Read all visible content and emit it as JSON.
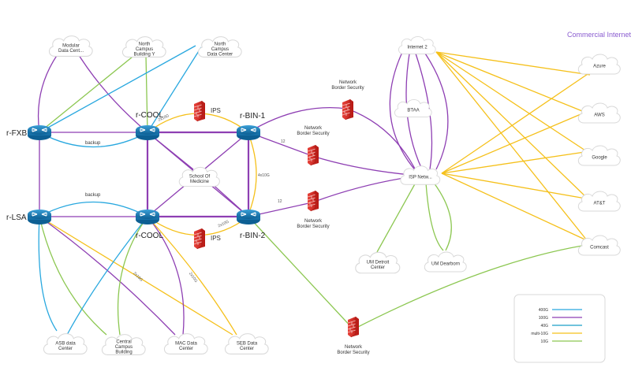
{
  "commercial_title": "Commercial Internet",
  "routers": {
    "fxb": "r-FXB",
    "cool_top": "r-COOL",
    "bin1": "r-BIN-1",
    "lsa": "r-LSA",
    "cool_bottom": "r-COOL",
    "bin2": "r-BIN-2"
  },
  "clouds": {
    "modular": [
      "Modular",
      "Data Cent..."
    ],
    "north_y": [
      "North",
      "Campus",
      "Building Y"
    ],
    "north_dc": [
      "North",
      "Campus",
      "Data Center"
    ],
    "medicine": [
      "School Of",
      "Medicine"
    ],
    "internet2": [
      "Internet 2"
    ],
    "btaa": [
      "BTAA"
    ],
    "isp": [
      "ISP Netw..."
    ],
    "um_detroit": [
      "UM Detroit",
      "Center"
    ],
    "um_dearborn": [
      "UM Dearborn"
    ],
    "asb": [
      "ASB data",
      "Center"
    ],
    "central": [
      "Central",
      "Campus",
      "Building"
    ],
    "mac": [
      "MAC Data",
      "Center"
    ],
    "seb": [
      "SEB Data",
      "Center"
    ],
    "azure": [
      "Azure"
    ],
    "aws": [
      "AWS"
    ],
    "google": [
      "Google"
    ],
    "att": [
      "AT&T"
    ],
    "comcast": [
      "Comcast"
    ]
  },
  "firewalls": {
    "ips_top": "IPS",
    "ips_bottom": "IPS",
    "nbs_1": [
      "Network",
      "Border Security"
    ],
    "nbs_2": [
      "Network",
      "Border Security"
    ],
    "nbs_3": [
      "Network",
      "Border Security"
    ],
    "nbs_4": [
      "Network",
      "Border Security"
    ]
  },
  "link_labels": {
    "backup_top": "backup",
    "backup_bottom": "backup",
    "cool_ips_top": "2x10G",
    "bin_4x10g": "4x10G",
    "cool_bin2": "2x10G",
    "bin1_nbs": "12",
    "bin2_nbs": "12",
    "cool_2x10g_a": "2x10G",
    "cool_2x10g_b": "2x10G"
  },
  "legend": {
    "items": [
      {
        "label": "400G",
        "color": "#29a8df"
      },
      {
        "label": "100G",
        "color": "#8e3fb3"
      },
      {
        "label": "40G",
        "color": "#1b9fc6"
      },
      {
        "label": "multi-10G",
        "color": "#f5c01a"
      },
      {
        "label": "10G",
        "color": "#8cc751"
      }
    ]
  },
  "colors": {
    "blue": "#29a8df",
    "purple": "#8e3fb3",
    "yellow": "#f5c01a",
    "green": "#8cc751",
    "router": "#1a7fb8",
    "firewall": "#d6231f"
  }
}
